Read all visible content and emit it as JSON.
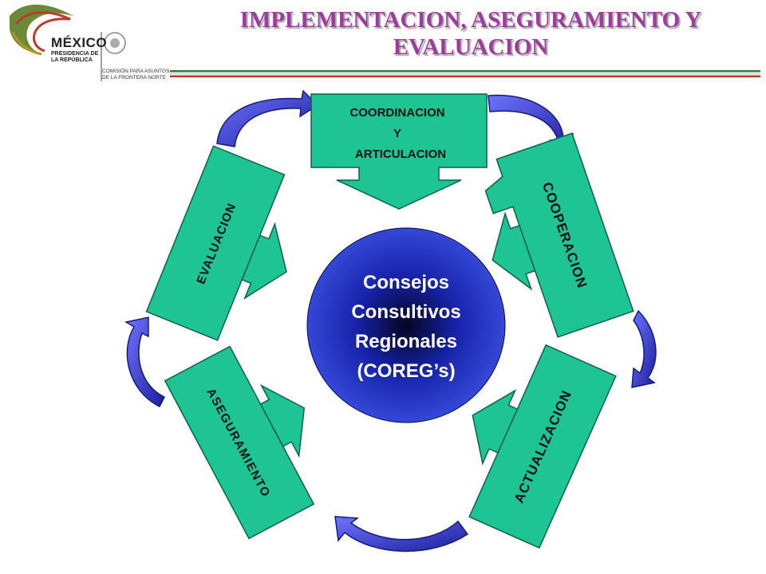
{
  "header": {
    "logo": {
      "country": "MÉXICO",
      "line1": "PRESIDENCIA DE",
      "line2": "LA REPÚBLICA",
      "sub1": "COMISIÓN PARA ASUNTOS",
      "sub2": "DE LA FRONTERA NORTE"
    },
    "title_line1": "IMPLEMENTACION, ASEGURAMIENTO Y",
    "title_line2": "EVALUACION"
  },
  "diagram": {
    "center": {
      "line1": "Consejos",
      "line2": "Consultivos",
      "line3": "Regionales",
      "line4": "(COREG’s)"
    },
    "coordinacion": {
      "line1": "COORDINACION",
      "line2": "Y",
      "line3": "ARTICULACION"
    },
    "cooperacion": "COOPERACION",
    "actualizacion": "ACTUALIZACION",
    "aseguramiento": "ASEGURAMIENTO",
    "evaluacion": "EVALUACION"
  },
  "colors": {
    "box_fill": "#1fc494",
    "box_stroke": "#0f5f48",
    "arc_fill": "#3a3fd1",
    "title": "#9c3c9c",
    "center_dark": "#0a0a4a",
    "center_light": "#2d3fd6"
  }
}
